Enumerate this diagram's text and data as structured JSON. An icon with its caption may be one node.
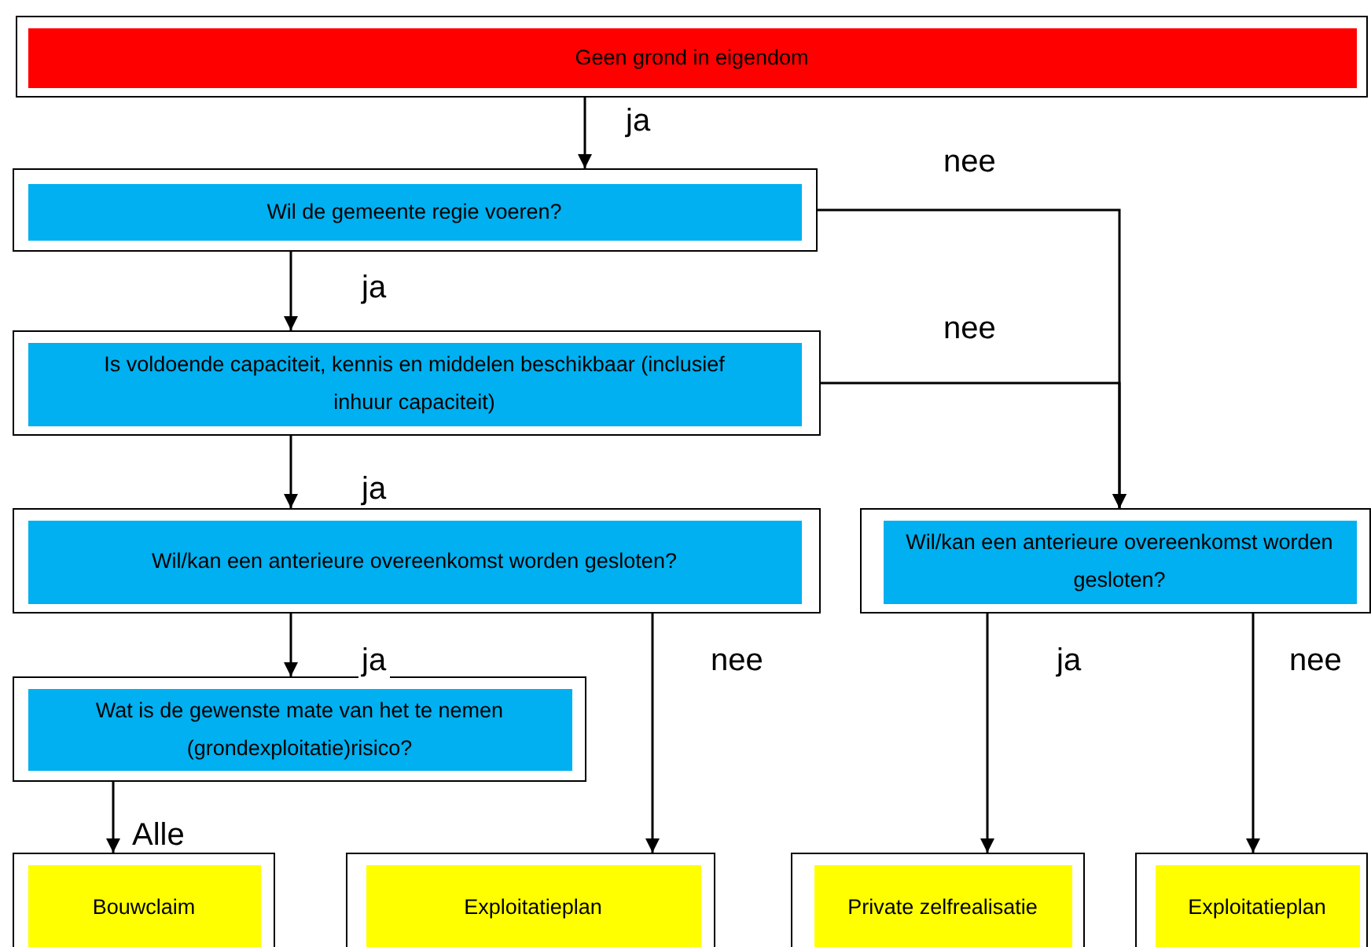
{
  "diagram": {
    "nodes": [
      {
        "text": [
          "Geen grond in eigendom"
        ]
      },
      {
        "text": [
          "Wil de gemeente regie voeren?"
        ]
      },
      {
        "text": [
          "Is voldoende capaciteit, kennis en middelen beschikbaar (inclusief inhuur capaciteit)"
        ]
      },
      {
        "text": [
          "Wil/kan een anterieure overeenkomst worden gesloten?"
        ]
      },
      {
        "text": [
          "Wat is de gewenste mate van het te nemen (grondexploitatie)risico?"
        ]
      },
      {
        "text": [
          "Exploitatieplan"
        ]
      },
      {
        "text": [
          "Wil/kan een anterieure overeenkomst worden gesloten?"
        ]
      },
      {
        "text": [
          "Bouwclaim"
        ]
      },
      {
        "text": [
          "Private zelfrealisatie"
        ]
      },
      {
        "text": [
          "Exploitatieplan"
        ]
      }
    ],
    "edges": [
      {
        "from": 0,
        "to": 1,
        "arrow": "to",
        "label": "ja"
      },
      {
        "from": 1,
        "to": 6,
        "arrow": "to",
        "label": "nee"
      },
      {
        "from": 1,
        "to": 2,
        "arrow": "to",
        "label": "ja"
      },
      {
        "from": 2,
        "to": 6,
        "arrow": "to",
        "label": "nee"
      },
      {
        "from": 2,
        "to": 3,
        "arrow": "to",
        "label": "ja"
      },
      {
        "from": 3,
        "to": 4,
        "arrow": "to",
        "label": "ja"
      },
      {
        "from": 3,
        "to": 5,
        "arrow": "to",
        "label": "nee"
      },
      {
        "from": 6,
        "to": 8,
        "arrow": "to",
        "label": "ja"
      },
      {
        "from": 6,
        "to": 9,
        "arrow": "to",
        "label": "nee"
      },
      {
        "from": 4,
        "to": 7,
        "arrow": "to",
        "label": "Alle"
      }
    ]
  }
}
